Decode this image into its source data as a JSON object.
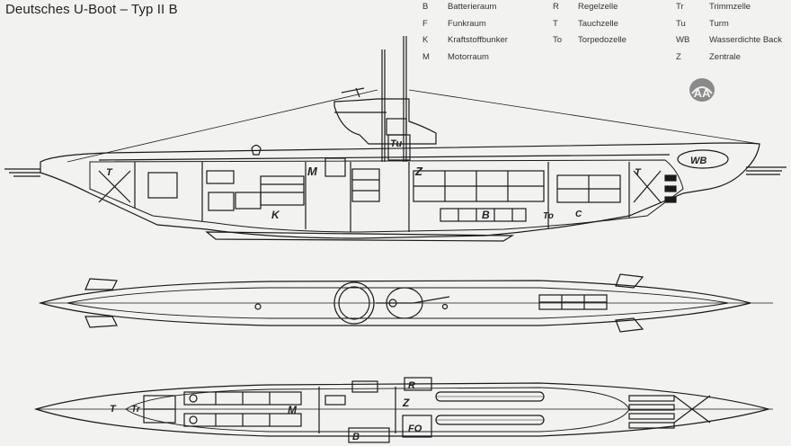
{
  "title": "Deutsches U-Boot – Typ II B",
  "legend": [
    [
      {
        "code": "B",
        "label": "Batterieraum"
      },
      {
        "code": "F",
        "label": "Funkraum"
      },
      {
        "code": "K",
        "label": "Kraftstoffbunker"
      },
      {
        "code": "M",
        "label": "Motorraum"
      }
    ],
    [
      {
        "code": "R",
        "label": "Regelzelle"
      },
      {
        "code": "T",
        "label": "Tauchzelle"
      },
      {
        "code": "To",
        "label": "Torpedozelle"
      }
    ],
    [
      {
        "code": "Tr",
        "label": "Trimmzelle"
      },
      {
        "code": "Tu",
        "label": "Turm"
      },
      {
        "code": "WB",
        "label": "Wasserdichte Back"
      },
      {
        "code": "Z",
        "label": "Zentrale"
      }
    ]
  ],
  "side_labels": [
    "T",
    "M",
    "Tu",
    "Z",
    "WB",
    "T",
    "K",
    "B",
    "To",
    "C"
  ],
  "plan_labels": [
    "T",
    "Tr",
    "M",
    "R",
    "Z",
    "FO",
    "B"
  ],
  "logo": {
    "text": "AA",
    "icon": "agency-logo-icon"
  },
  "colors": {
    "background": "#f2f3f1",
    "ink": "#1a1a1a"
  }
}
